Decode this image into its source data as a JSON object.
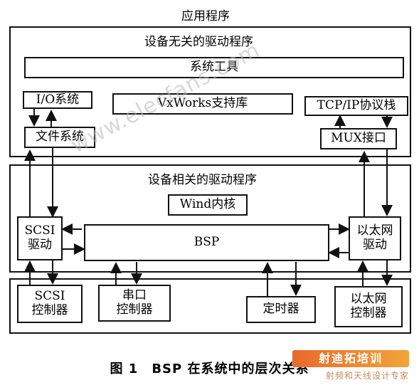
{
  "labels": {
    "application": "应用程序",
    "independent_driver": "设备无关的驱动程序",
    "dependent_driver": "设备相关的驱动程序"
  },
  "boxes": {
    "system_tools": "系统工具",
    "io_system": "I/O系统",
    "vxworks_lib": "VxWorks支持库",
    "tcpip_stack": "TCP/IP协议栈",
    "file_system": "文件系统",
    "mux_interface": "MUX接口",
    "wind_kernel": "Wind内核",
    "scsi_driver": [
      "SCSI",
      "驱动"
    ],
    "bsp": "BSP",
    "ethernet_driver": [
      "以太网",
      "驱动"
    ],
    "scsi_controller": [
      "SCSI",
      "控制器"
    ],
    "serial_controller": [
      "串口",
      "控制器"
    ],
    "timer": "定时器",
    "ethernet_controller": [
      "以太网",
      "控制器"
    ]
  },
  "caption": "图 1　BSP 在系统中的层次关系",
  "watermark": {
    "diagonal": "www.elecfans.com",
    "logo": "射迪拓培训",
    "subtitle": "射频和天线设计专家"
  }
}
